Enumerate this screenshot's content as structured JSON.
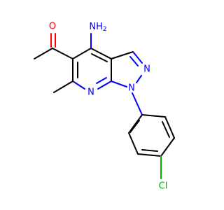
{
  "molecule": {
    "atoms": {
      "oxygen": {
        "symbol": "O",
        "color": "#ff0000"
      },
      "amino": {
        "symbol": "NH",
        "subscript": "2",
        "color": "#0000ff"
      },
      "n_pyrazole_2": {
        "symbol": "N",
        "color": "#0000ff"
      },
      "n_pyrazole_1": {
        "symbol": "N",
        "color": "#0000ff"
      },
      "n_pyridine": {
        "symbol": "N",
        "color": "#0000ff"
      },
      "chlorine": {
        "symbol": "Cl",
        "color": "#00b000"
      }
    },
    "bond_color": "#000000"
  }
}
